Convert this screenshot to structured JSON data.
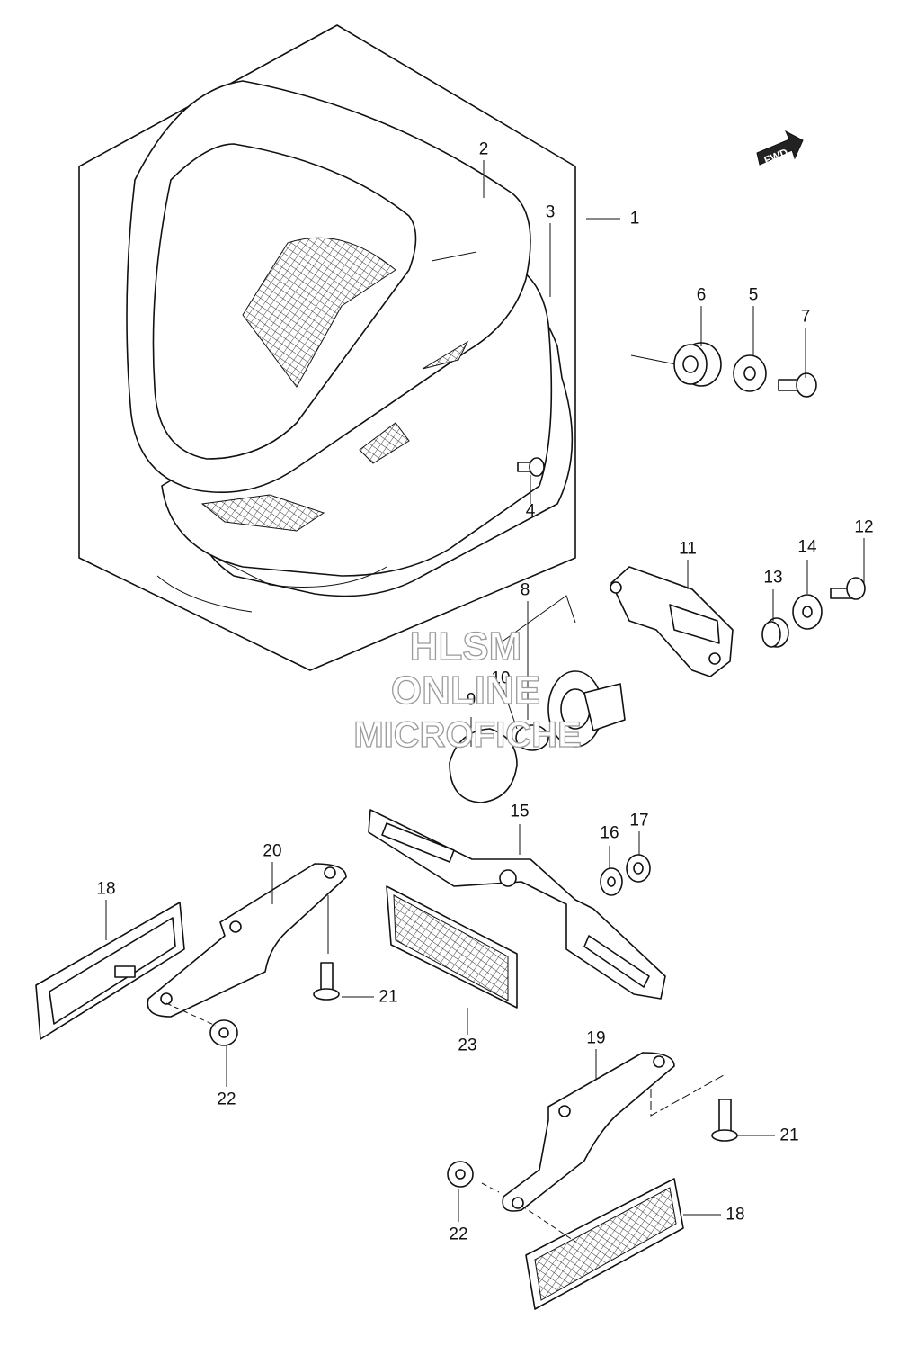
{
  "callouts": [
    {
      "id": "1",
      "text": "1"
    },
    {
      "id": "2",
      "text": "2"
    },
    {
      "id": "3",
      "text": "3"
    },
    {
      "id": "4",
      "text": "4"
    },
    {
      "id": "5",
      "text": "5"
    },
    {
      "id": "6",
      "text": "6"
    },
    {
      "id": "7",
      "text": "7"
    },
    {
      "id": "8",
      "text": "8"
    },
    {
      "id": "9",
      "text": "9"
    },
    {
      "id": "10",
      "text": "10"
    },
    {
      "id": "11",
      "text": "11"
    },
    {
      "id": "12",
      "text": "12"
    },
    {
      "id": "13",
      "text": "13"
    },
    {
      "id": "14",
      "text": "14"
    },
    {
      "id": "15",
      "text": "15"
    },
    {
      "id": "16",
      "text": "16"
    },
    {
      "id": "17",
      "text": "17"
    },
    {
      "id": "18a",
      "text": "18"
    },
    {
      "id": "18b",
      "text": "18"
    },
    {
      "id": "19",
      "text": "19"
    },
    {
      "id": "20",
      "text": "20"
    },
    {
      "id": "21a",
      "text": "21"
    },
    {
      "id": "21b",
      "text": "21"
    },
    {
      "id": "22a",
      "text": "22"
    },
    {
      "id": "22b",
      "text": "22"
    },
    {
      "id": "23",
      "text": "23"
    }
  ],
  "fwd_label": "FWD",
  "watermark": {
    "line1": "HLSM",
    "line2": "ONLINE",
    "line3": "MICROFICHE"
  }
}
